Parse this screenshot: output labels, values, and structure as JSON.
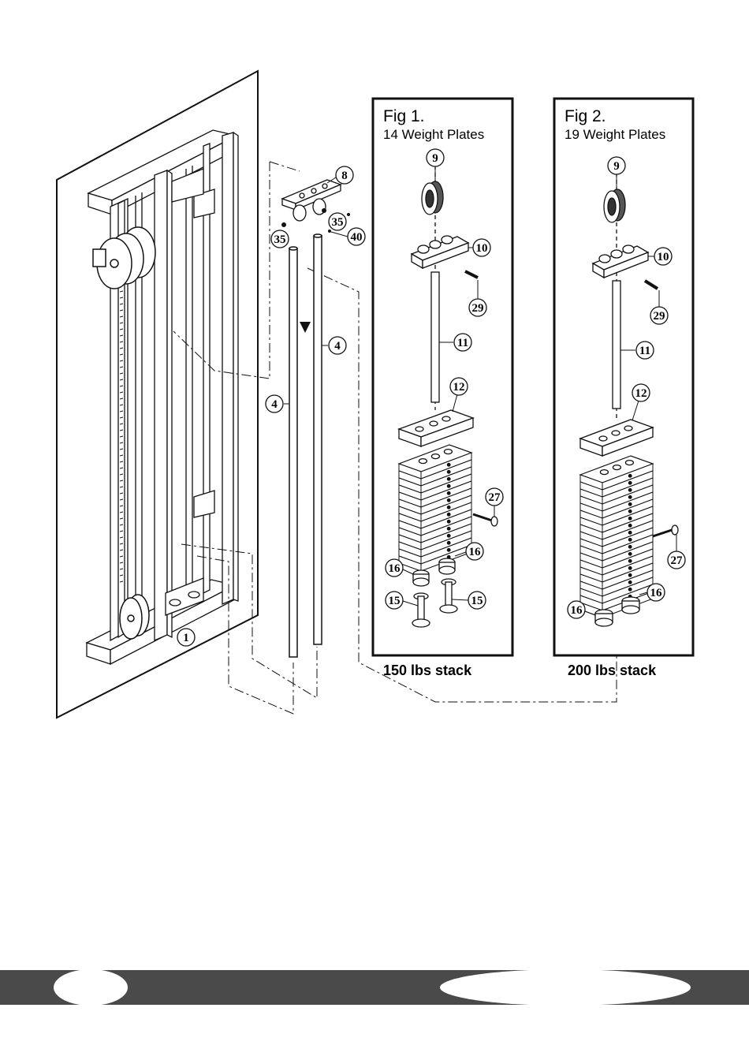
{
  "colors": {
    "line": "#111111",
    "footer": "#4a4a4a",
    "panel": "#ffffff"
  },
  "figures": [
    {
      "title": "Fig 1.",
      "subtitle": "14 Weight Plates",
      "caption": "150 lbs stack"
    },
    {
      "title": "Fig 2.",
      "subtitle": "19 Weight Plates",
      "caption": "200 lbs stack"
    }
  ],
  "callouts": {
    "frame": "1",
    "rod_left": "4",
    "rod_right": "4",
    "top_bracket": "8",
    "bolt_left": "35",
    "bolt_right": "35",
    "washer": "40",
    "fig1": {
      "pulley": "9",
      "top_plate": "10",
      "screw": "29",
      "selector_rod": "11",
      "guide_plate": "12",
      "pin": "27",
      "bushing_left": "16",
      "bushing_right": "16",
      "spacer_left": "15",
      "spacer_right": "15"
    },
    "fig2": {
      "pulley": "9",
      "top_plate": "10",
      "screw": "29",
      "selector_rod": "11",
      "guide_plate": "12",
      "pin": "27",
      "bushing_left": "16",
      "bushing_right": "16"
    }
  }
}
